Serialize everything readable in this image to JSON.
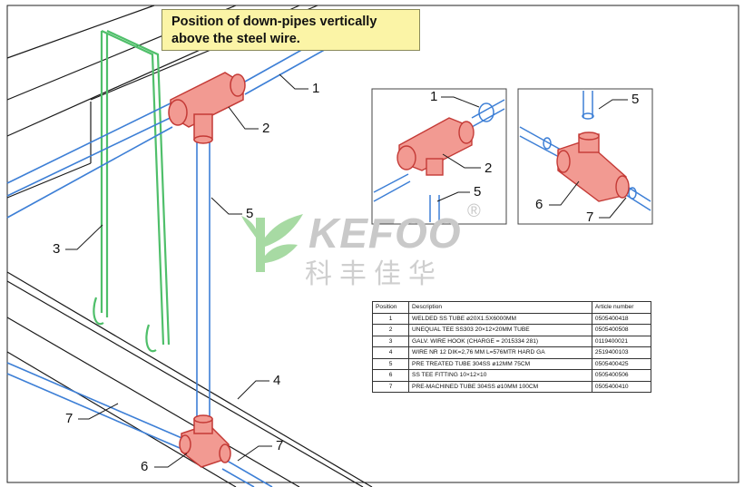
{
  "note": {
    "line1": "Position of down-pipes vertically",
    "line2": "above the steel wire."
  },
  "watermark": {
    "brand": "KEFOO",
    "registered": "®",
    "chinese": "科丰佳华"
  },
  "callouts": {
    "c1": "1",
    "c2": "2",
    "c3": "3",
    "c4": "4",
    "c5": "5",
    "c6": "6",
    "c7a": "7",
    "c7b": "7",
    "d1_1": "1",
    "d1_2": "2",
    "d1_5": "5",
    "d2_5": "5",
    "d2_6": "6",
    "d2_7": "7"
  },
  "colors": {
    "pipe_blue": "#3d7fd6",
    "fitting_red": "#e0403c",
    "wire_green": "#4fbf6a",
    "note_bg": "#fbf4a6"
  },
  "table": {
    "headers": [
      "Position",
      "Description",
      "Article number"
    ],
    "rows": [
      [
        "1",
        "WELDED SS TUBE ø20X1.5X6000MM",
        "0505400418"
      ],
      [
        "2",
        "UNEQUAL TEE SS303 20×12×20MM TUBE",
        "0505400508"
      ],
      [
        "3",
        "GALV. WIRE HOOK (CHARGE = 2015334 281)",
        "0119400021"
      ],
      [
        "4",
        "WIRE NR 12 DIK=2,76 MM L=576MTR HARD GA",
        "2519400103"
      ],
      [
        "5",
        "PRE TREATED TUBE 304SS ø12MM 75CM",
        "0505400425"
      ],
      [
        "6",
        "SS TEE FITTING 10×12×10",
        "0505400506"
      ],
      [
        "7",
        "PRE-MACHINED TUBE 304SS ø10MM 100CM",
        "0505400410"
      ]
    ]
  }
}
